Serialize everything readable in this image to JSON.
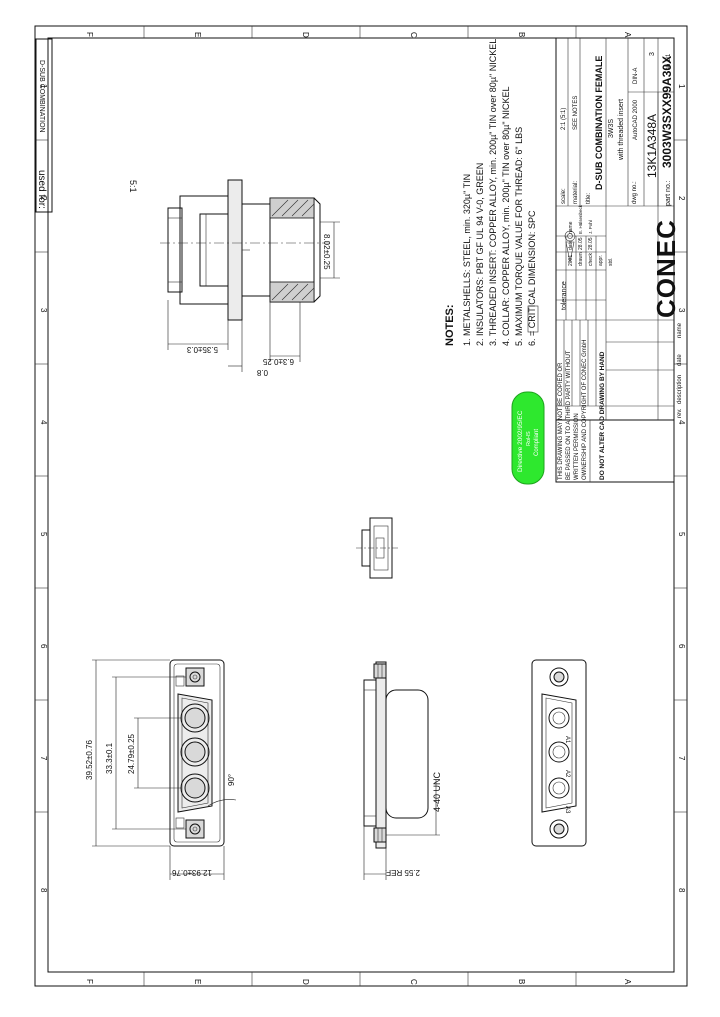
{
  "border": {
    "zone_letters": [
      "F",
      "E",
      "D",
      "C",
      "B",
      "A"
    ],
    "zone_numbers": [
      "1",
      "2",
      "3",
      "4",
      "5",
      "6",
      "7",
      "8"
    ]
  },
  "used_for": {
    "label": "used for:",
    "value": "D-SUB COMBINATION"
  },
  "scale_note": "5:1",
  "notes": {
    "heading": "NOTES:",
    "items": [
      "1. METALSHELLS: STEEL, min. 320µ\" TIN",
      "2. INSULATORS: PBT GF UL 94 V-0, GREEN",
      "3. THREADED INSERT: COPPER ALLOY, min. 200µ\" TIN over 80µ\" NICKEL",
      "4. COLLAR: COPPER ALLOY, min. 200µ\" TIN over 80µ\" NICKEL",
      "5. MAXIMUM TORQUE VALUE FOR THREAD: 6\" LBS",
      "6.          = CRITICAL DIMENSION: SPC"
    ]
  },
  "rohs_badge": {
    "line1": "Directive 2002/95/EC",
    "line2": "RoHS",
    "line3": "Compliant"
  },
  "title_block": {
    "warning_1": "THIS DRAWING MAY NOT BE COPIED OR",
    "warning_2": "BE PASSED ON TO A THIRD PARTY WITHOUT",
    "warning_3": "WRITTEN PERMISSION",
    "warning_4": "OWNERSHIP AND COPYRIGHT OF CONEC GmbH",
    "do_not_alter": "DO NOT ALTER CAD DRAWING BY HAND",
    "tolerance_label": "tolerance",
    "scale_label": "scale:",
    "scale_value": "2:1 (5:1)",
    "material_label": "material:",
    "material_value": "SEE NOTES",
    "title_label": "title:",
    "title_line1": "D-SUB COMBINATION FEMALE",
    "title_line2": "3W3S",
    "title_line3": "with threaded insert",
    "dwg_label": "dwg no.:",
    "dwg_no": "13K1A348A",
    "part_label": "part no.:",
    "part_no": "3003W3SXX99A30X",
    "cad_label": "AutoCAD 2000",
    "format": "DIN-A",
    "format_size": "3",
    "sheet": "sh.1/1",
    "logo": "CONEC",
    "rev_headers": [
      "rev.",
      "description",
      "date",
      "name"
    ],
    "sig_headers": [
      "date",
      "name"
    ],
    "sig_rows": [
      {
        "role": "drawn",
        "date": "28.05",
        "name": "E. Hülsenbeck"
      },
      {
        "role": "check",
        "date": "28.05",
        "name": "J. Pohl"
      },
      {
        "role": "appr.",
        "date": "",
        "name": ""
      },
      {
        "role": "std.",
        "date": "",
        "name": ""
      }
    ],
    "year": "2001"
  },
  "dimensions": {
    "side_top_1": "5.35±0.3",
    "side_top_2": "6.3±0.25",
    "side_top_3": "0.8",
    "side_top_4": "8.02±0.25",
    "front_1": "39.52±0.76",
    "front_2": "33.3±0.1",
    "front_3": "24.79±0.25",
    "front_4": "12.93±0.76",
    "angle": "90°",
    "thread": "4-40 UNC",
    "ref": "2.55 REF."
  },
  "contact_labels": [
    "A1",
    "A2",
    "A3"
  ]
}
